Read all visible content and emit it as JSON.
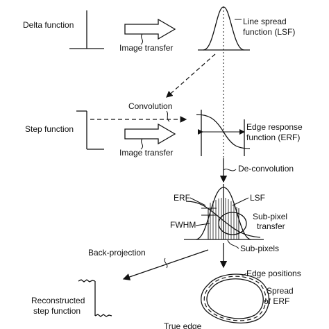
{
  "labels": {
    "delta_function": "Delta function",
    "image_transfer_1": "Image transfer",
    "lsf_line1": "Line spread",
    "lsf_line2": "function (LSF)",
    "convolution": "Convolution",
    "step_function": "Step function",
    "image_transfer_2": "Image transfer",
    "erf_line1": "Edge response",
    "erf_line2": "function (ERF)",
    "deconvolution": "De-convolution",
    "erf_short": "ERF",
    "lsf_short": "LSF",
    "fwhm": "FWHM",
    "subpixel_line1": "Sub-pixel",
    "subpixel_line2": "transfer",
    "subpixels": "Sub-pixels",
    "back_projection": "Back-projection",
    "edge_positions": "Edge positions",
    "spread_line1": "Spread",
    "spread_line2": "of ERF",
    "reconstructed_line1": "Reconstructed",
    "reconstructed_line2": "step function",
    "true_edge": "True edge"
  }
}
